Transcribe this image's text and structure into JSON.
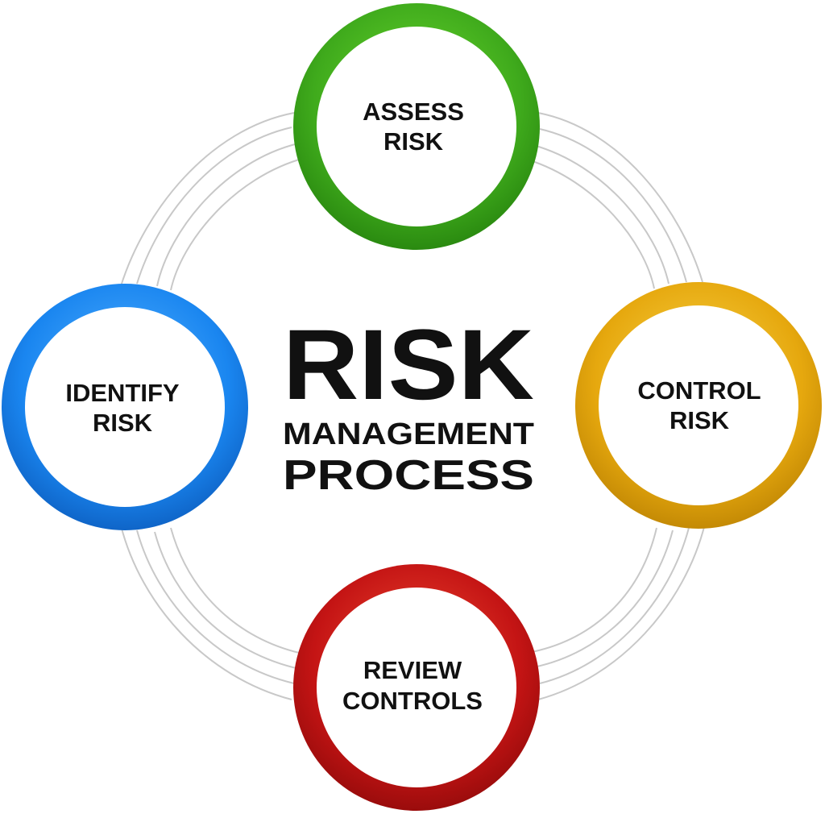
{
  "title": {
    "main": "RISK",
    "line2": "MANAGEMENT",
    "line3": "PROCESS"
  },
  "nodes": [
    {
      "id": "assess",
      "lines": [
        "ASSESS",
        "RISK"
      ],
      "color": "#3faa1c",
      "color_light": "#5fd02a",
      "color_dark": "#2a8a10"
    },
    {
      "id": "control",
      "lines": [
        "CONTROL",
        "RISK"
      ],
      "color": "#e6a80e",
      "color_light": "#f5c93a",
      "color_dark": "#c48a05"
    },
    {
      "id": "review",
      "lines": [
        "REVIEW",
        "CONTROLS"
      ],
      "color": "#c41414",
      "color_light": "#e83a2a",
      "color_dark": "#9a0c0c"
    },
    {
      "id": "identify",
      "lines": [
        "IDENTIFY",
        "RISK"
      ],
      "color": "#1a86f0",
      "color_light": "#45a8ff",
      "color_dark": "#0f65c8"
    }
  ],
  "colors": {
    "connector": "#c8c8c8",
    "text": "#111111"
  }
}
